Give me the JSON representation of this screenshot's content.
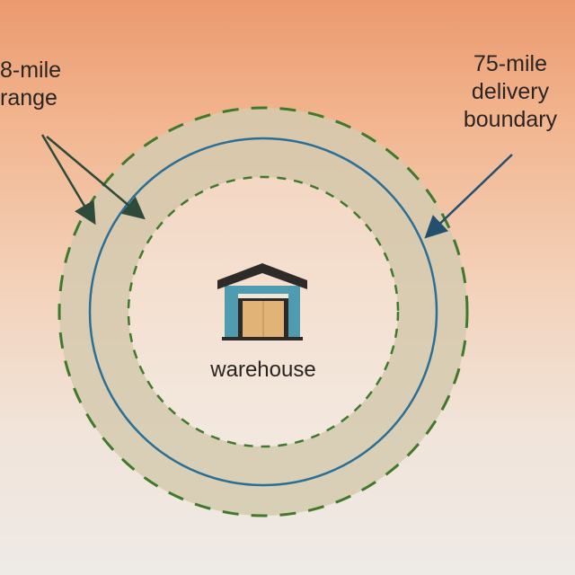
{
  "labels": {
    "range_line1": "8-mile",
    "range_line2": "range",
    "boundary_line1": "75-mile",
    "boundary_line2": "delivery",
    "boundary_line3": "boundary",
    "center": "warehouse"
  },
  "colors": {
    "dashed_ring": "#3f7a2c",
    "boundary_circle": "#2a6f96",
    "ring_fill": "#d4c9ad",
    "warehouse_wall": "#4f9bb0",
    "warehouse_roof": "#2e2a28",
    "warehouse_door": "#e2b377"
  },
  "icons": {
    "center_icon": "warehouse-icon"
  }
}
